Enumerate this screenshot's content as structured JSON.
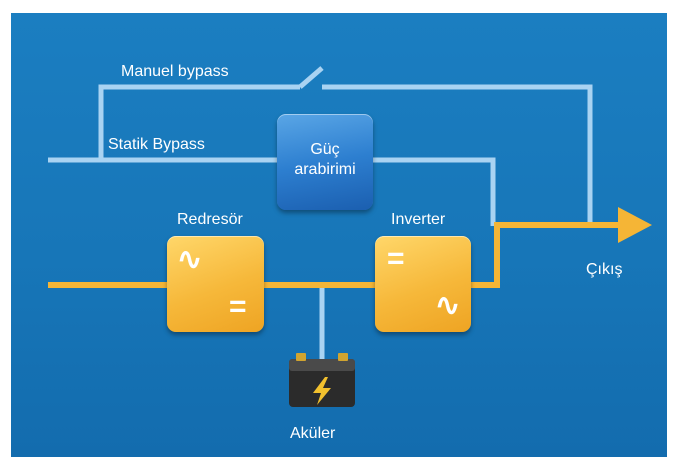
{
  "labels": {
    "manual_bypass": "Manuel bypass",
    "static_bypass": "Statik Bypass",
    "power_interface_line1": "Güç",
    "power_interface_line2": "arabirimi",
    "rectifier": "Redresör",
    "inverter": "Inverter",
    "output": "Çıkış",
    "batteries": "Aküler"
  },
  "symbols": {
    "ac": "∿",
    "dc": "="
  },
  "colors": {
    "background": "#1776b8",
    "bypass_line": "#a9d3f2",
    "main_line": "#f5b536",
    "text": "#ffffff"
  }
}
